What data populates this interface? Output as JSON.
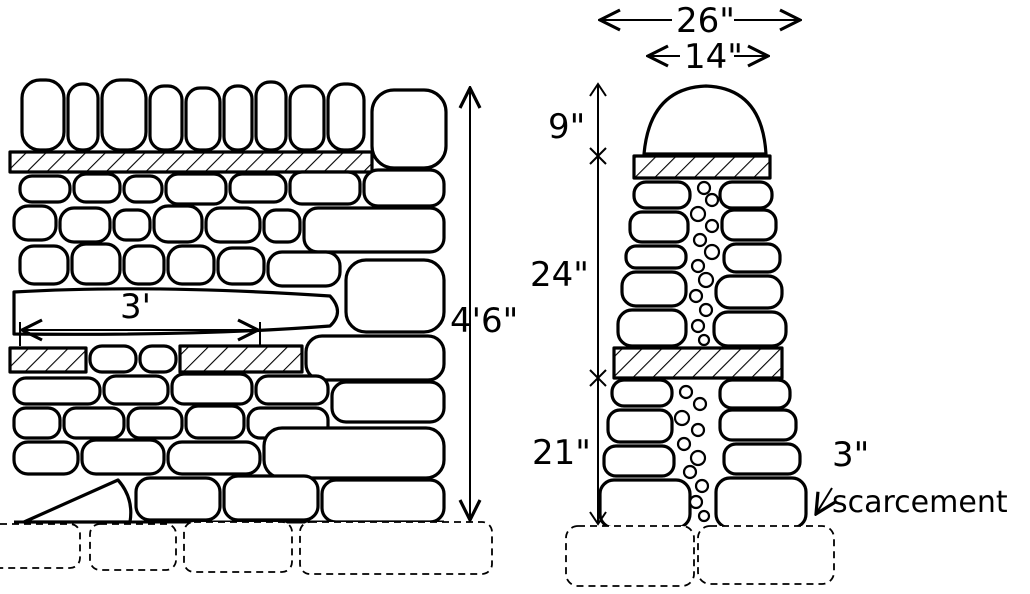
{
  "labels": {
    "coping_width": "26\"",
    "top_batter": "14\"",
    "coping_height": "9\"",
    "upper_height": "24\"",
    "lower_height": "21\"",
    "total_height": "4'6\"",
    "through_spacing": "3'",
    "scarcement_size": "3\"",
    "scarcement": "scarcement"
  }
}
